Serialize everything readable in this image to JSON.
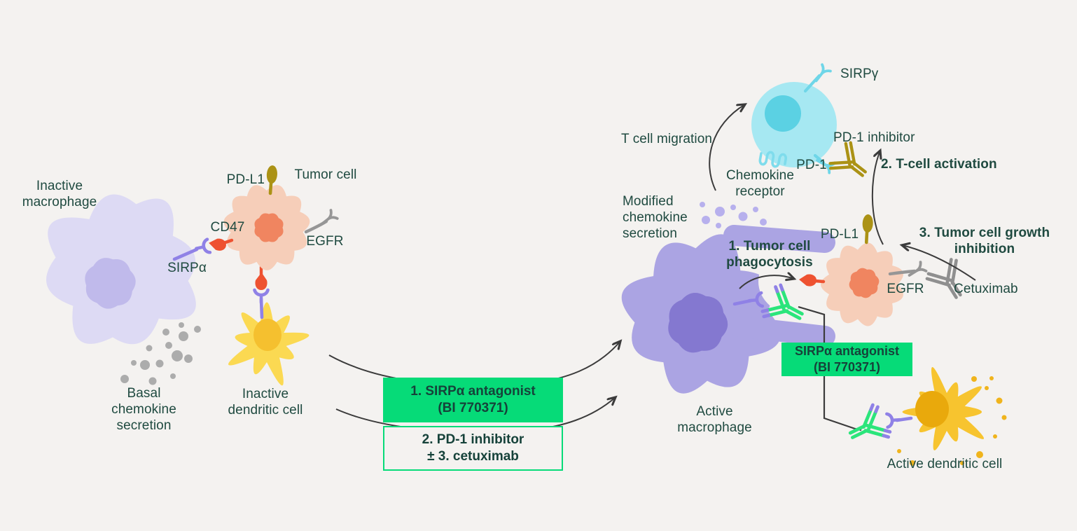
{
  "palette": {
    "background": "#F4F2F0",
    "text": "#1F4A40",
    "box_green": "#06DB78",
    "inactive_macrophage": "#DDDAF4",
    "active_macrophage": "#ABA4E3",
    "tumor_cell": "#F6CEB9",
    "tumor_nucleus": "#F08560",
    "dendritic_inactive": "#FBD952",
    "dendritic_active": "#F7C42F",
    "t_cell": "#A6E8F2",
    "antibody_green": "#2BE57B",
    "receptor_purple": "#8F81E6",
    "cd47_red": "#EE5231",
    "olive": "#AB9215",
    "receptor_gray": "#969696",
    "arrow": "#3B3B3B"
  },
  "left": {
    "inactive_macrophage_label": "Inactive\nmacrophage",
    "pdl1_label": "PD-L1",
    "tumor_cell_label": "Tumor cell",
    "cd47_label": "CD47",
    "sirpa_label": "SIRPα",
    "egfr_label": "EGFR",
    "basal_secretion_label": "Basal\nchemokine\nsecretion",
    "inactive_dendritic_label": "Inactive\ndendritic cell"
  },
  "treatment": {
    "box1_label": "1.  SIRPα antagonist\n(BI 770371)",
    "box2_label": "2. PD-1 inhibitor\n± 3. cetuximab"
  },
  "right": {
    "sirp_gamma_label": "SIRPγ",
    "t_cell_migration_label": "T cell migration",
    "pd1_inhibitor_label": "PD-1 inhibitor",
    "pd1_label": "PD-1",
    "chemokine_receptor_label": "Chemokine\nreceptor",
    "t_cell_activation_label": "2. T-cell  activation",
    "modified_secretion_label": "Modified\nchemokine\nsecretion",
    "phagocytosis_label": "1. Tumor cell\nphagocytosis",
    "pdl1_label": "PD-L1",
    "growth_inhibition_label": "3. Tumor cell growth\ninhibition",
    "egfr_label": "EGFR",
    "cetuximab_label": "Cetuximab",
    "sirpa_antagonist_box_label": "SIRPα antagonist\n(BI 770371)",
    "active_macrophage_label": "Active\nmacrophage",
    "active_dendritic_label": "Active dendritic cell"
  }
}
